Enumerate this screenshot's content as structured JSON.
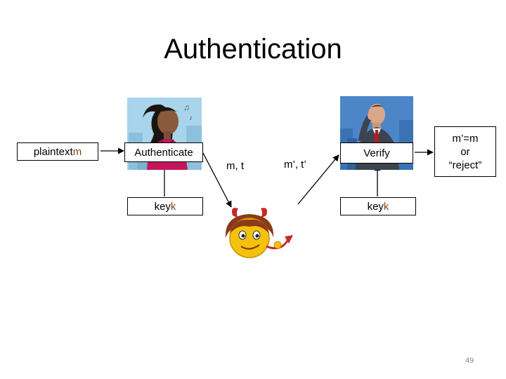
{
  "title": "Authentication",
  "plaintext": {
    "label": "plaintext ",
    "var": "m"
  },
  "authenticate_label": "Authenticate",
  "key_left": {
    "label": "key ",
    "var": "k"
  },
  "msg_sent": "m, t",
  "msg_modified": "m’, t’",
  "verify_label": "Verify",
  "key_right": {
    "label": "key ",
    "var": "k"
  },
  "result": {
    "line1": "m’=m",
    "line2": "or",
    "line3": "“reject”"
  },
  "page_number": "49",
  "colors": {
    "highlight": "#8b4513",
    "box_border": "#000000",
    "arrow": "#000000"
  },
  "icons": [
    "woman-illustration",
    "businessman-illustration",
    "devil-adversary-illustration"
  ]
}
